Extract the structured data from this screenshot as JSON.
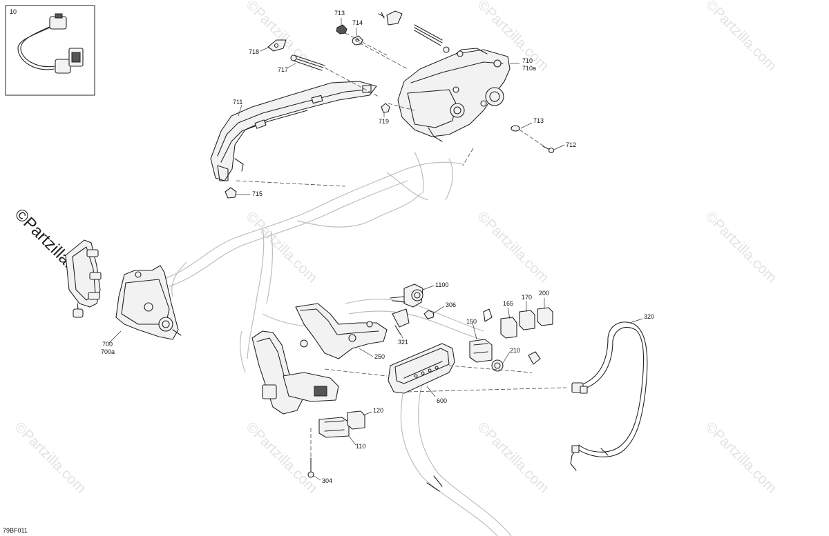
{
  "watermark": "©Partzilla.com",
  "diagram_code": "79BF011",
  "inset": {
    "callout": "10"
  },
  "callouts": {
    "c713a": "713",
    "c714": "714",
    "c718": "718",
    "c717": "717",
    "c710": "710",
    "c710a": "710a",
    "c711": "711",
    "c719": "719",
    "c713b": "713",
    "c712": "712",
    "c715": "715",
    "c700": "700",
    "c700a": "700a",
    "c1100": "1100",
    "c306": "306",
    "c321": "321",
    "c250": "250",
    "c165": "165",
    "c170": "170",
    "c200": "200",
    "c150": "150",
    "c210": "210",
    "c320": "320",
    "c600": "600",
    "c120": "120",
    "c110": "110",
    "c304": "304"
  }
}
